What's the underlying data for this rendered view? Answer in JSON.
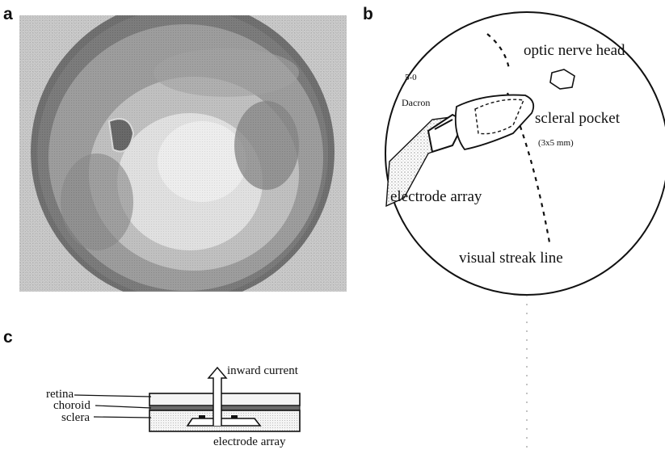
{
  "panels": {
    "a": {
      "letter": "a"
    },
    "b": {
      "letter": "b",
      "labels": {
        "suture_size": "5-0",
        "suture_material": "Dacron",
        "optic_nerve_head": "optic nerve head",
        "scleral_pocket": "scleral pocket",
        "pocket_size": "(3x5 mm)",
        "electrode_array": "electrode array",
        "visual_streak": "visual streak line"
      }
    },
    "c": {
      "letter": "c",
      "labels": {
        "inward_current": "inward current",
        "retina": "retina",
        "choroid": "choroid",
        "sclera": "sclera",
        "electrode_array": "electrode array"
      }
    }
  },
  "colors": {
    "ink": "#111111",
    "photo_dark": "#2b2b2b",
    "photo_light": "#e2e2e2",
    "layer_fill": "#f2f2f2",
    "pattern": "#bbbbbb"
  }
}
